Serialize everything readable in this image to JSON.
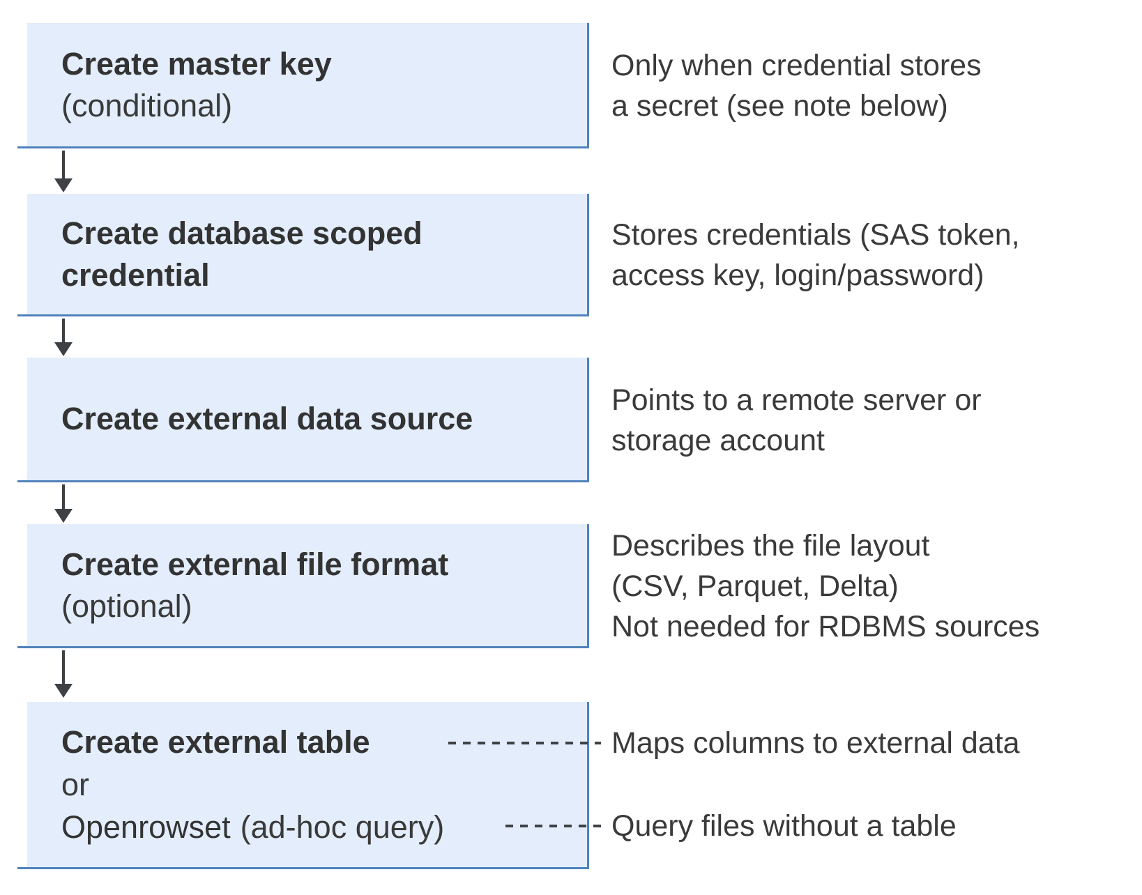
{
  "diagram": {
    "steps": [
      {
        "title": "Create master key",
        "subtitle": "(conditional)",
        "note": [
          "Only when credential stores",
          "a secret (see note below)"
        ]
      },
      {
        "title_lines": [
          "Create database scoped",
          "credential"
        ],
        "note": [
          "Stores credentials (SAS token,",
          "access key, login/password)"
        ]
      },
      {
        "title": "Create external data source",
        "note": [
          "Points to a remote server or",
          "storage account"
        ]
      },
      {
        "title": "Create external file format",
        "subtitle": "(optional)",
        "note": [
          "Describes the file layout",
          "(CSV, Parquet, Delta)",
          "Not needed for RDBMS sources"
        ]
      },
      {
        "option1": "Create external table",
        "or_label": "or",
        "option2_bold": "Openrowset",
        "option2_rest": "(ad-hoc query)",
        "note_table": "Maps columns to external data",
        "note_openrowset": "Query files without a table"
      }
    ],
    "colors": {
      "box_fill": "#e3edfb",
      "box_border": "#4f82bb",
      "connector": "#3d4045",
      "title_text": "#333333",
      "body_text": "#3a3a3a"
    }
  }
}
